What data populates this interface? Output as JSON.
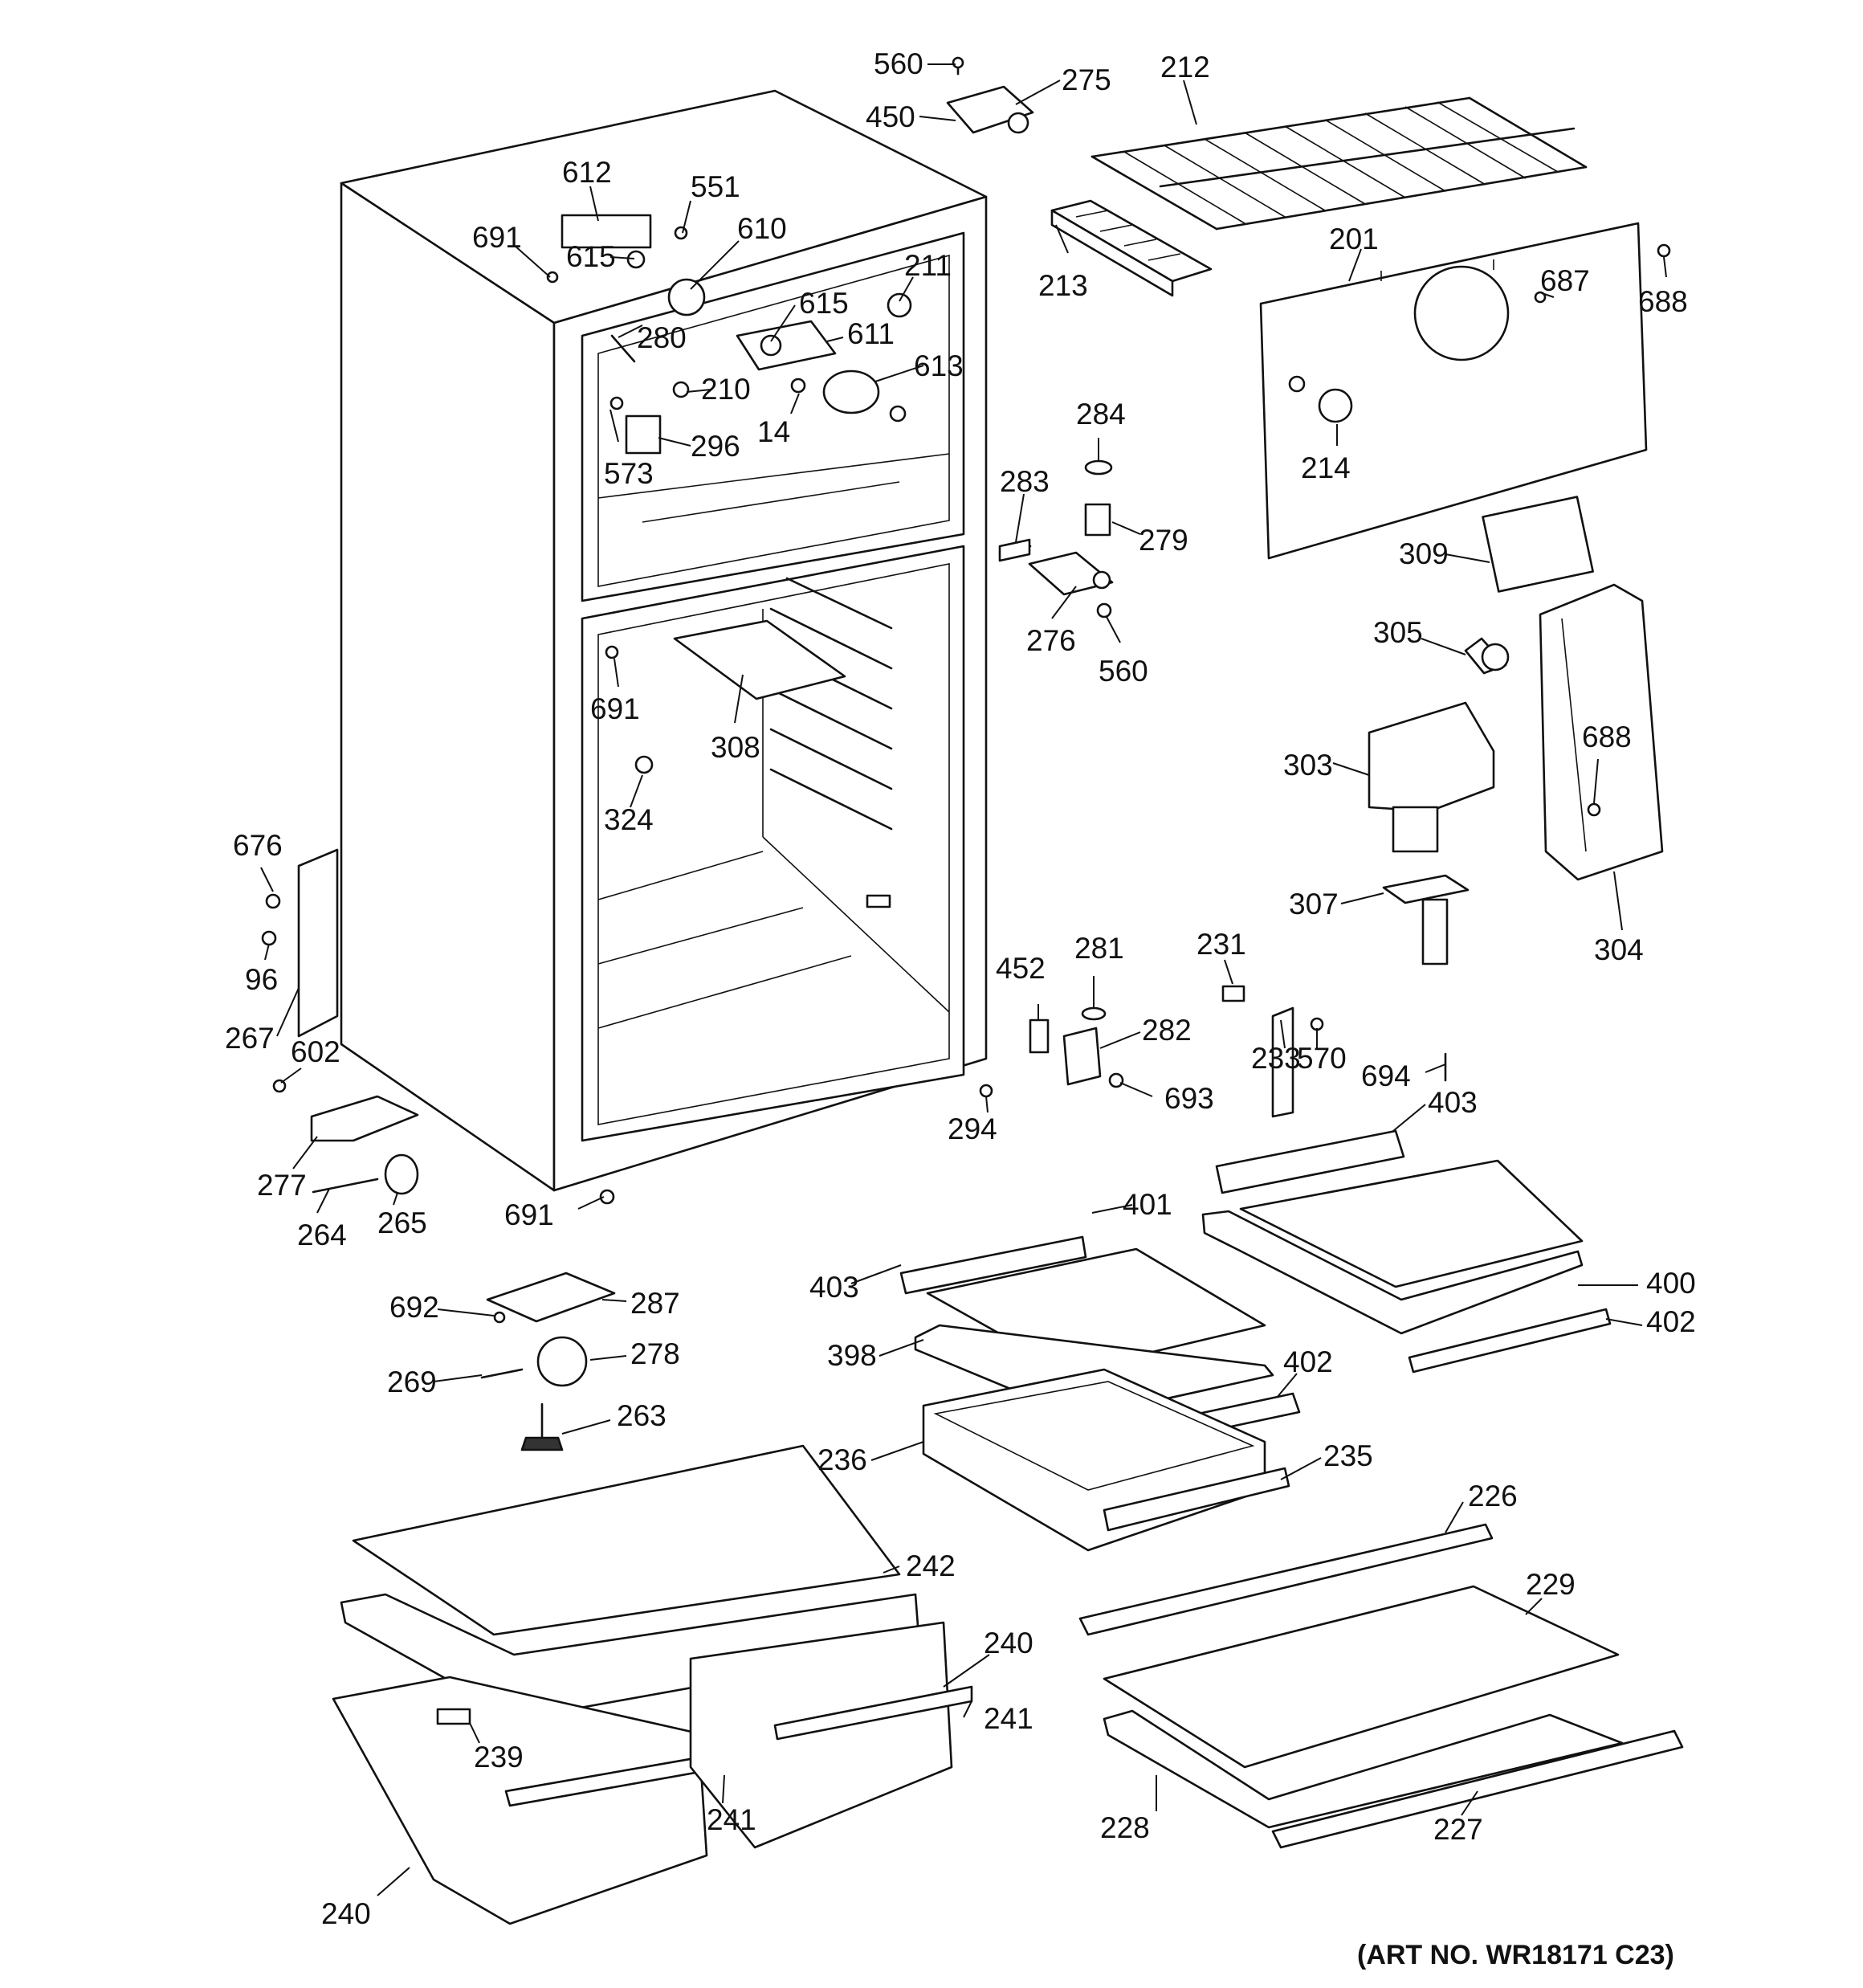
{
  "art_number": "(ART NO. WR18171 C23)",
  "callouts": {
    "c560a": "560",
    "c275": "275",
    "c450": "450",
    "c212": "212",
    "c612": "612",
    "c551": "551",
    "c691a": "691",
    "c610": "610",
    "c615a": "615",
    "c211": "211",
    "c615b": "615",
    "c280": "280",
    "c611": "611",
    "c613": "613",
    "c210": "210",
    "c14": "14",
    "c296": "296",
    "c573": "573",
    "c213": "213",
    "c201": "201",
    "c687": "687",
    "c688a": "688",
    "c284": "284",
    "c214": "214",
    "c283": "283",
    "c279": "279",
    "c309": "309",
    "c276": "276",
    "c560b": "560",
    "c305": "305",
    "c691b": "691",
    "c308": "308",
    "c303": "303",
    "c688b": "688",
    "c324": "324",
    "c676": "676",
    "c307": "307",
    "c304": "304",
    "c96": "96",
    "c452": "452",
    "c281": "281",
    "c231": "231",
    "c267": "267",
    "c602": "602",
    "c282": "282",
    "c233": "233",
    "c570": "570",
    "c693": "693",
    "c694": "694",
    "c294": "294",
    "c403a": "403",
    "c277": "277",
    "c691c": "691",
    "c401": "401",
    "c264": "264",
    "c265": "265",
    "c403b": "403",
    "c400": "400",
    "c692": "692",
    "c287": "287",
    "c402a": "402",
    "c398": "398",
    "c278": "278",
    "c269": "269",
    "c402b": "402",
    "c263": "263",
    "c236": "236",
    "c235": "235",
    "c226": "226",
    "c242": "242",
    "c229": "229",
    "c240a": "240",
    "c241a": "241",
    "c239": "239",
    "c241b": "241",
    "c228": "228",
    "c227": "227",
    "c240b": "240"
  }
}
